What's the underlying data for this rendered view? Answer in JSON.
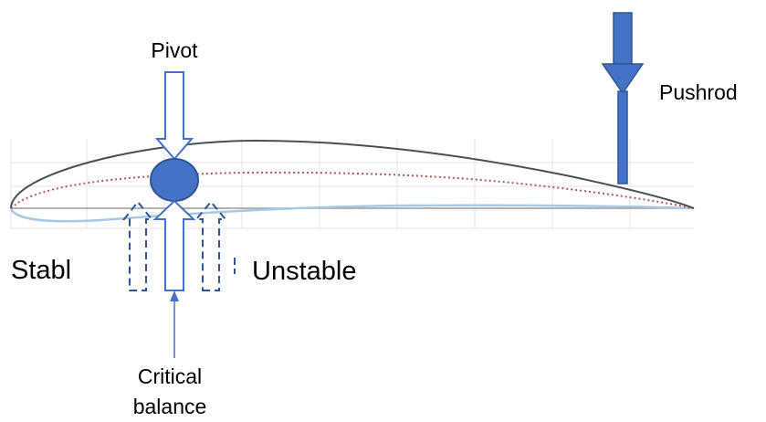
{
  "labels": {
    "pivot": "Pivot",
    "pushrod": "Pushrod",
    "stable": "Stabl",
    "unstable": "Unstable",
    "critical_line1": "Critical",
    "critical_line2": "balance"
  },
  "colors": {
    "accent_blue": "#4472C4",
    "pivot_fill": "#4472C4",
    "pivot_stroke": "#2F5597",
    "airfoil_upper": "#4a4f57",
    "airfoil_lower": "#a9c8e6",
    "camber_line": "#b05a55",
    "chord_line": "#8c8c8c",
    "grid": "#d9d9d9"
  }
}
